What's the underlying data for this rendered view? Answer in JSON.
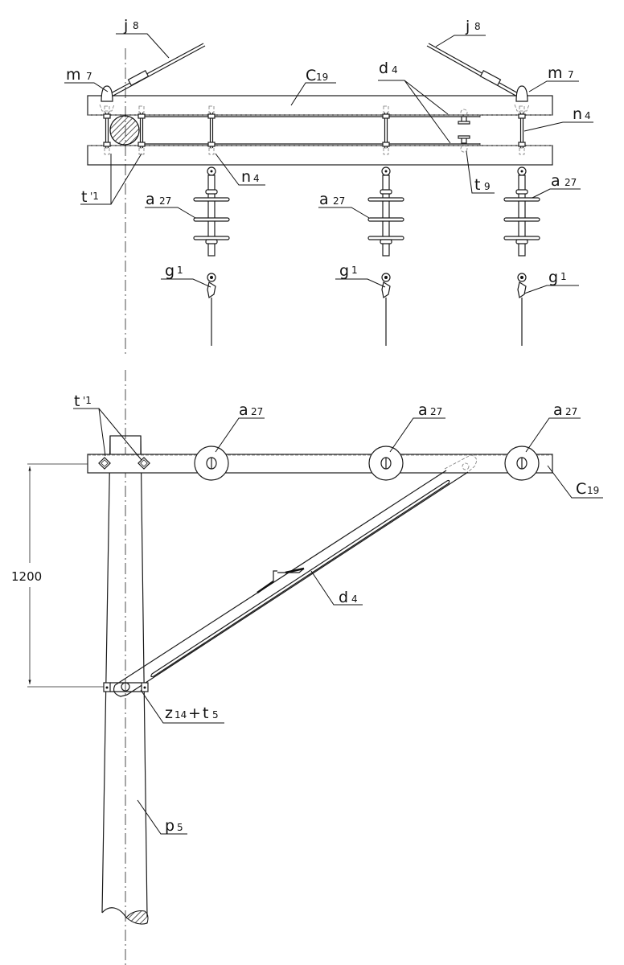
{
  "drawing": {
    "title": "Cross-arm assembly with pin insulators and strut",
    "labels": {
      "j8": {
        "main": "j",
        "sub": "8"
      },
      "m7": {
        "main": "m",
        "sub": "7"
      },
      "c19": {
        "main": "C",
        "sub": "19"
      },
      "d4": {
        "main": "d",
        "sub": "4"
      },
      "n4": {
        "main": "n",
        "sub": "4"
      },
      "t9": {
        "main": "t",
        "sub": "9"
      },
      "t1": {
        "main": "t",
        "sub": "'1"
      },
      "a27": {
        "main": "a",
        "sub": "27"
      },
      "g1": {
        "main": "g",
        "sub": "1"
      },
      "z14": {
        "main": "z",
        "sub": "14"
      },
      "plus": "+",
      "t5": {
        "main": "t",
        "sub": "5"
      },
      "p5": {
        "main": "p",
        "sub": "5"
      }
    },
    "dimension": {
      "value": "1200"
    }
  }
}
